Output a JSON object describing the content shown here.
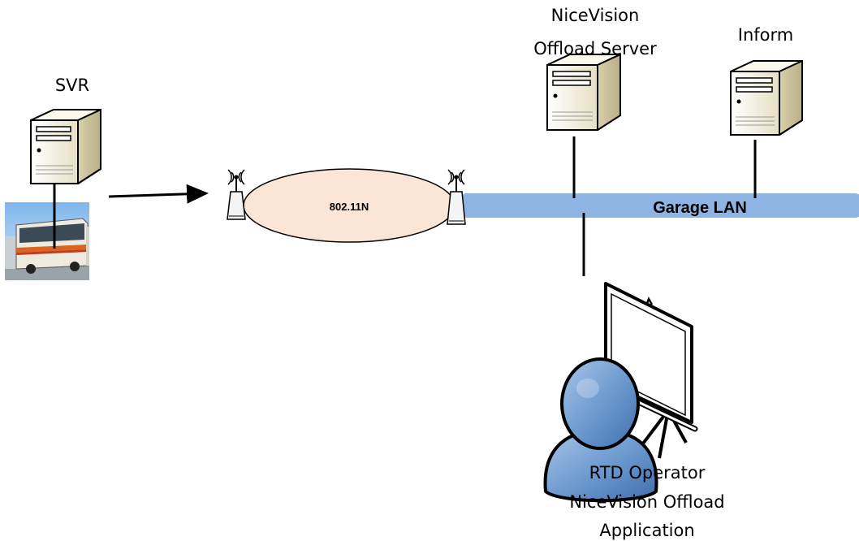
{
  "diagram": {
    "colors": {
      "lan_band": "#8eb4e3",
      "wireless_ellipse": "#fbe5d6",
      "person": "#6f9bd0",
      "server_body": "#f3eed9",
      "line": "#000000"
    },
    "nodes": {
      "svr": {
        "label": "SVR",
        "icon": "server-icon"
      },
      "bus": {
        "icon": "bus-photo-icon"
      },
      "wifi_left": {
        "icon": "wifi-access-point-icon"
      },
      "wifi_right": {
        "icon": "wifi-access-point-icon"
      },
      "wireless_link": {
        "label": "802.11N"
      },
      "offload_server": {
        "label_line1": "NiceVision",
        "label_line2": "Offload Server",
        "icon": "server-icon"
      },
      "inform": {
        "label": "Inform",
        "icon": "server-icon"
      },
      "garage_lan": {
        "label": "Garage LAN"
      },
      "operator": {
        "label_line1": "RTD Operator",
        "label_line2": "NiceVision Offload",
        "label_line3": "Application",
        "icons": [
          "user-icon",
          "projector-screen-icon"
        ]
      }
    },
    "edges": [
      {
        "from": "SVR",
        "to": "bus"
      },
      {
        "from": "bus",
        "to": "802.11N",
        "arrow": true
      },
      {
        "from": "802.11N",
        "to": "Garage LAN"
      },
      {
        "from": "NiceVision Offload Server",
        "to": "Garage LAN"
      },
      {
        "from": "Inform",
        "to": "Garage LAN"
      },
      {
        "from": "Garage LAN",
        "to": "RTD Operator"
      }
    ]
  }
}
